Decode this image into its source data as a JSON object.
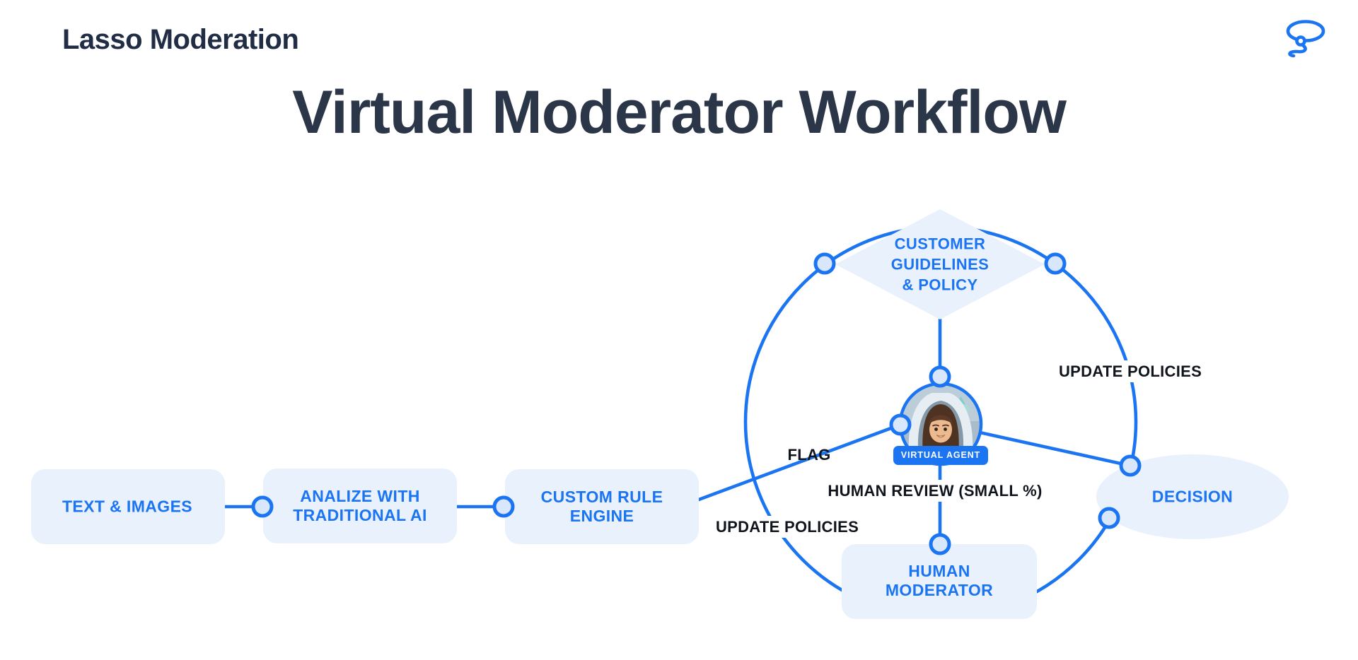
{
  "brand": {
    "name": "Lasso Moderation",
    "logo_icon": "lasso-icon"
  },
  "title": "Virtual Moderator Workflow",
  "colors": {
    "accent_blue": "#1b74f2",
    "dark_ink": "#2b3648",
    "label_ink": "#10141c",
    "shape_fill": "#e9f1fd",
    "node_fill": "#d8e7fc"
  },
  "pipeline": {
    "box1": {
      "lines": [
        "TEXT & IMAGES"
      ]
    },
    "box2": {
      "lines": [
        "ANALIZE WITH",
        "TRADITIONAL AI"
      ]
    },
    "box3": {
      "lines": [
        "CUSTOM RULE",
        "ENGINE"
      ]
    }
  },
  "cycle": {
    "guidelines_diamond": {
      "lines": [
        "CUSTOMER",
        "GUIDELINES",
        "& POLICY"
      ]
    },
    "virtual_agent_badge": "VIRTUAL AGENT",
    "human_moderator_box": {
      "lines": [
        "HUMAN",
        "MODERATOR"
      ]
    },
    "decision_ellipse": "DECISION",
    "flag_label": "FLAG",
    "update_policies_left": "UPDATE POLICIES",
    "update_policies_right": "UPDATE POLICIES",
    "human_review_label": "HUMAN REVIEW (SMALL %)"
  }
}
